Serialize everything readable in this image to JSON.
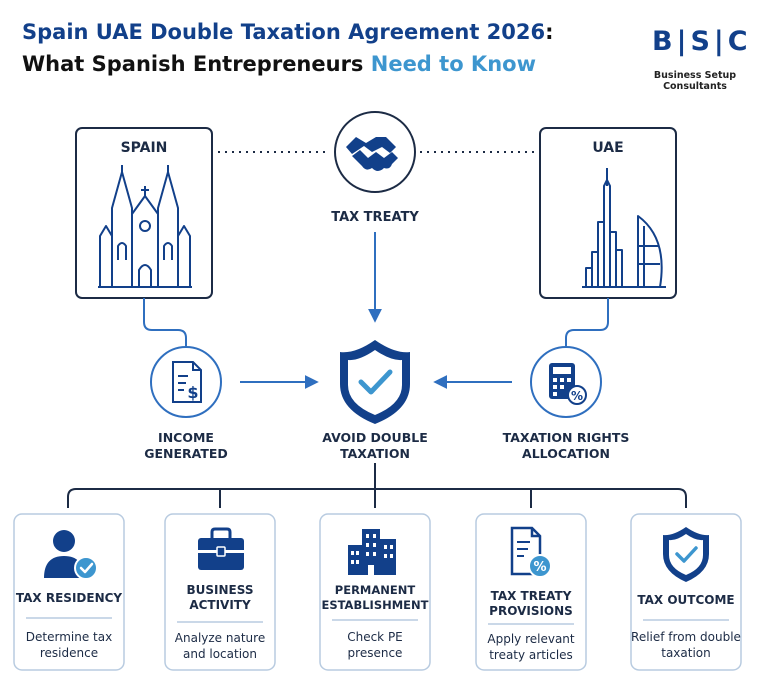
{
  "header": {
    "title_part1": "Spain UAE Double Taxation Agreement 2026",
    "title_colon": ":",
    "title_part2": "What Spanish Entrepreneurs ",
    "title_part3": "Need to Know"
  },
  "logo": {
    "letters": "B|S|C",
    "subtitle_line1": "Business Setup",
    "subtitle_line2": "Consultants"
  },
  "diagram": {
    "spain_label": "SPAIN",
    "uae_label": "UAE",
    "treaty_label": "TAX TREATY",
    "income_label_line1": "INCOME",
    "income_label_line2": "GENERATED",
    "avoid_label_line1": "AVOID DOUBLE",
    "avoid_label_line2": "TAXATION",
    "rights_label_line1": "TAXATION RIGHTS",
    "rights_label_line2": "ALLOCATION"
  },
  "cards": [
    {
      "title_line1": "TAX RESIDENCY",
      "title_line2": "",
      "desc_line1": "Determine tax",
      "desc_line2": "residence",
      "icon": "person-check-icon"
    },
    {
      "title_line1": "BUSINESS",
      "title_line2": "ACTIVITY",
      "desc_line1": "Analyze nature",
      "desc_line2": "and location",
      "icon": "briefcase-icon"
    },
    {
      "title_line1": "PERMANENT",
      "title_line2": "ESTABLISHMENT",
      "desc_line1": "Check PE",
      "desc_line2": "presence",
      "icon": "buildings-icon"
    },
    {
      "title_line1": "TAX TREATY",
      "title_line2": "PROVISIONS",
      "desc_line1": "Apply relevant",
      "desc_line2": "treaty articles",
      "icon": "document-percent-icon"
    },
    {
      "title_line1": "TAX OUTCOME",
      "title_line2": "",
      "desc_line1": "Relief from double",
      "desc_line2": "taxation",
      "icon": "shield-check-icon"
    }
  ],
  "colors": {
    "navy": "#12408a",
    "line_blue": "#2f6fbf",
    "accent_blue": "#3d96cf",
    "card_border": "#b8cbe0",
    "text": "#1c2b45"
  }
}
